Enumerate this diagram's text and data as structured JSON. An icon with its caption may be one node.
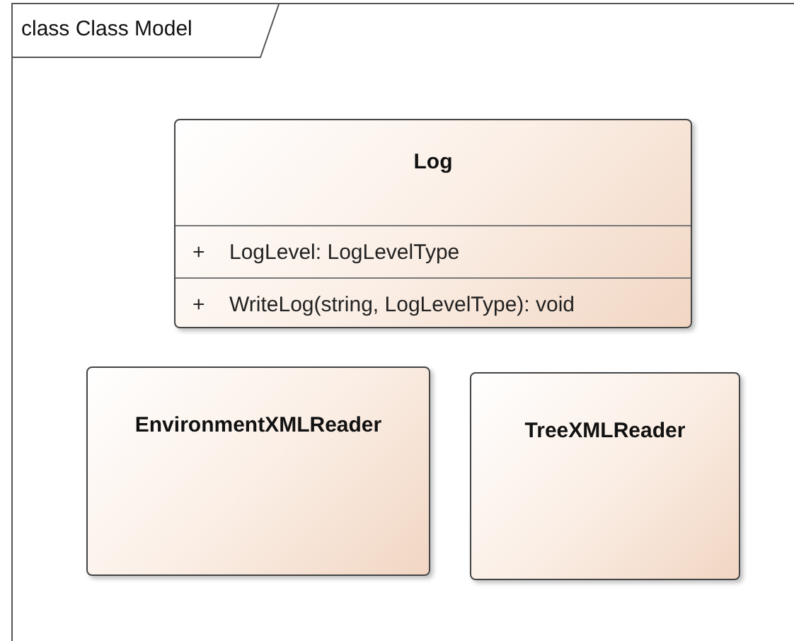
{
  "diagram": {
    "nodes": [
      {
        "text": [
          "class Class Model"
        ]
      },
      {
        "text": [
          "Log",
          "+",
          "LogLevel: LogLevelType",
          "+",
          "WriteLog(string, LogLevelType): void"
        ],
        "in": 0
      },
      {
        "text": [
          "EnvironmentXMLReader"
        ],
        "in": 0
      },
      {
        "text": [
          "TreeXMLReader"
        ],
        "in": 0
      }
    ]
  }
}
